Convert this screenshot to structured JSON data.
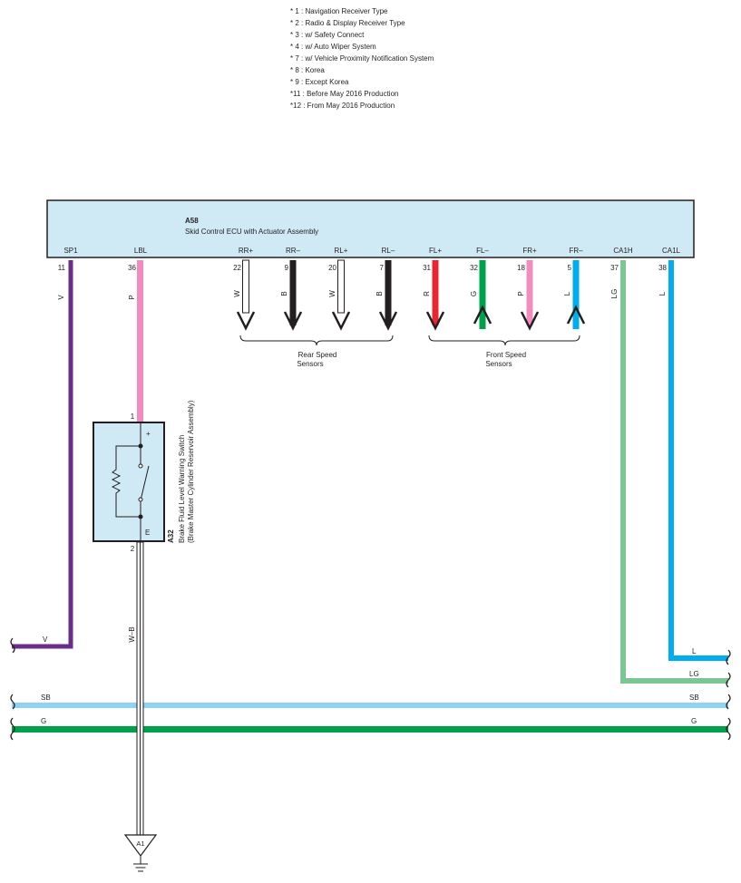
{
  "notes": [
    "* 1 : Navigation Receiver Type",
    "* 2 : Radio & Display Receiver Type",
    "* 3 : w/ Safety Connect",
    "* 4 : w/ Auto Wiper System",
    "* 7 : w/ Vehicle Proximity Notification System",
    "* 8 : Korea",
    "* 9 : Except Korea",
    "*11 : Before May 2016 Production",
    "*12 : From May 2016 Production"
  ],
  "ecu": {
    "code": "A58",
    "name": "Skid Control ECU with Actuator Assembly",
    "fill": "#cfe9f5",
    "terminals": [
      {
        "name": "SP1",
        "pin": "11",
        "wire": "V",
        "color": "#6b2d8c"
      },
      {
        "name": "LBL",
        "pin": "36",
        "wire": "P",
        "color": "#f28cbc"
      },
      {
        "name": "RR+",
        "pin": "22",
        "wire": "W",
        "color": "#ffffff"
      },
      {
        "name": "RR–",
        "pin": "9",
        "wire": "B",
        "color": "#231f20"
      },
      {
        "name": "RL+",
        "pin": "20",
        "wire": "W",
        "color": "#ffffff"
      },
      {
        "name": "RL–",
        "pin": "7",
        "wire": "B",
        "color": "#231f20"
      },
      {
        "name": "FL+",
        "pin": "31",
        "wire": "R",
        "color": "#e8262d"
      },
      {
        "name": "FL–",
        "pin": "32",
        "wire": "G",
        "color": "#00a14b"
      },
      {
        "name": "FR+",
        "pin": "18",
        "wire": "P",
        "color": "#f28cbc"
      },
      {
        "name": "FR–",
        "pin": "5",
        "wire": "L",
        "color": "#00aeef"
      },
      {
        "name": "CA1H",
        "pin": "37",
        "wire": "LG",
        "color": "#7ac793"
      },
      {
        "name": "CA1L",
        "pin": "38",
        "wire": "L",
        "color": "#00aeef"
      }
    ]
  },
  "sensor_groups": {
    "rear": {
      "line1": "Rear Speed",
      "line2": "Sensors"
    },
    "front": {
      "line1": "Front Speed",
      "line2": "Sensors"
    }
  },
  "switch": {
    "code": "A32",
    "name": "Brake Fluid Level Warning Switch",
    "subname": "(Brake Master Cylinder Reservoir Assembly)",
    "pin_top": "1",
    "pin_bottom": "2",
    "term_plus": "+",
    "term_e": "E",
    "fill": "#cfe9f5"
  },
  "ground": {
    "label": "A1",
    "wire": "W–B"
  },
  "buses": [
    {
      "label": "V",
      "color": "#6b2d8c"
    },
    {
      "label": "L",
      "color": "#00aeef"
    },
    {
      "label": "LG",
      "color": "#7ac793"
    },
    {
      "label": "SB",
      "color": "#8fd3f2"
    },
    {
      "label": "G",
      "color": "#00a14b"
    }
  ]
}
